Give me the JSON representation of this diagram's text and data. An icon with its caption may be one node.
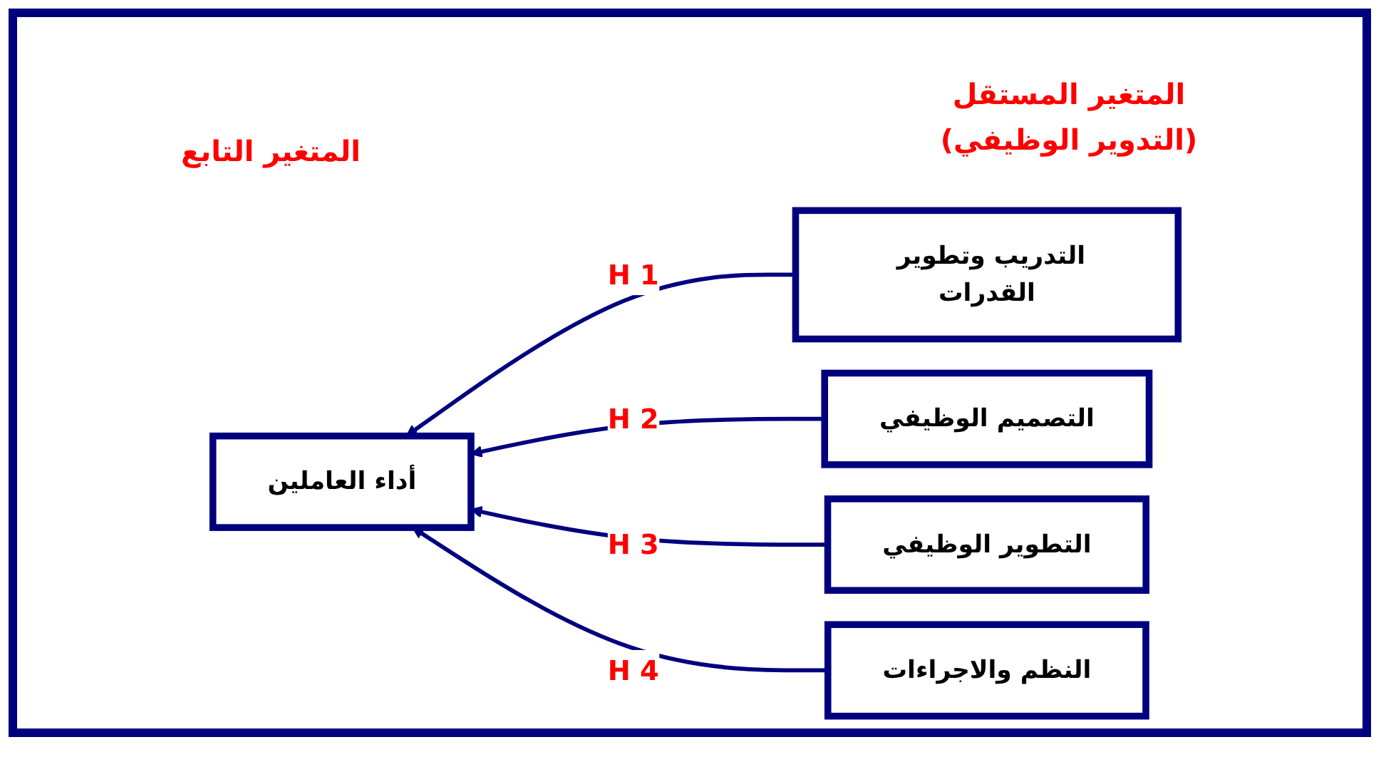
{
  "diagram": {
    "nodes": [
      {
        "text": [
          "أداء العاملين"
        ]
      },
      {
        "text": [
          "التدريب وتطوير القدرات"
        ]
      },
      {
        "text": [
          "التصميم الوظيفي"
        ]
      },
      {
        "text": [
          "التطوير الوظيفي"
        ]
      },
      {
        "text": [
          "النظم والاجراءات"
        ]
      }
    ],
    "edges": [
      {
        "from": 1,
        "to": 0,
        "arrow": "to",
        "label": "H 1"
      },
      {
        "from": 2,
        "to": 0,
        "arrow": "to",
        "label": "H 2"
      },
      {
        "from": 3,
        "to": 0,
        "arrow": "to",
        "label": "H 3"
      },
      {
        "from": 4,
        "to": 0,
        "arrow": "to",
        "label": "H 4"
      }
    ],
    "labels": [
      "المتغير المستقل",
      "(التدوير الوظيفي)",
      "المتغير التابع"
    ]
  }
}
